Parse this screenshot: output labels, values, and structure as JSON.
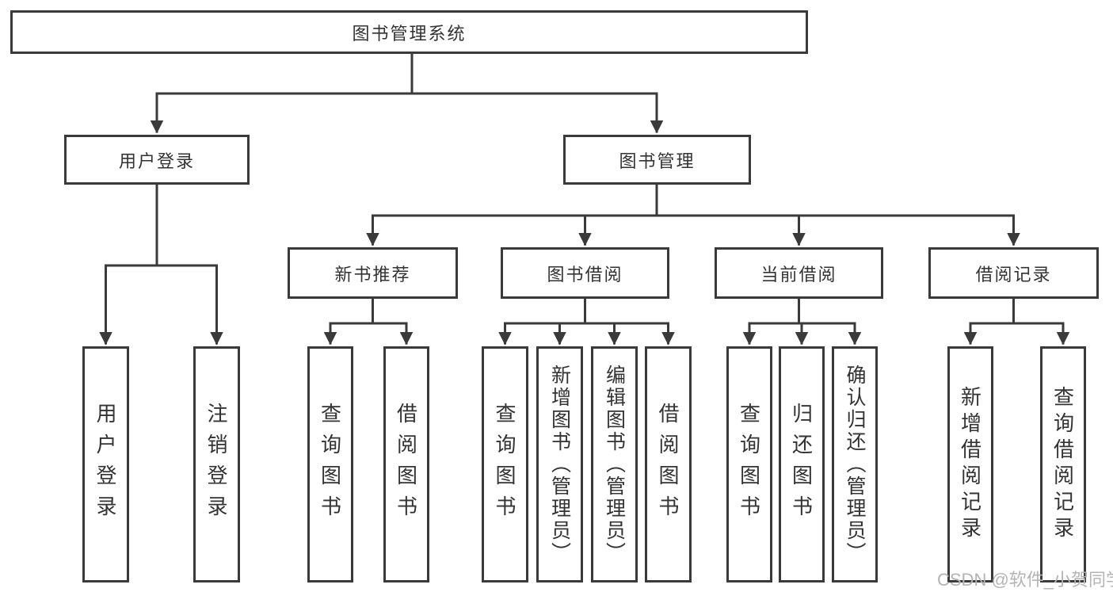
{
  "title": {
    "label": "图书管理系统"
  },
  "modules": {
    "user_login": {
      "label": "用户登录",
      "children": [
        "用户登录",
        "注销登录"
      ]
    },
    "book_mgmt": {
      "label": "图书管理",
      "children": {
        "new_book": {
          "label": "新书推荐",
          "children": [
            "查询图书",
            "借阅图书"
          ]
        },
        "borrow": {
          "label": "图书借阅",
          "children": [
            "查询图书",
            "新增图书（管理员）",
            "编辑图书（管理员）",
            "借阅图书"
          ]
        },
        "current": {
          "label": "当前借阅",
          "children": [
            "查询图书",
            "归还图书",
            "确认归还（管理员）"
          ]
        },
        "records": {
          "label": "借阅记录",
          "children": [
            "新增借阅记录",
            "查询借阅记录"
          ]
        }
      }
    }
  },
  "watermark": {
    "text": "CSDN @软件_小贺同学"
  },
  "colors": {
    "line": "#3a3a3a",
    "text": "#333333",
    "background": "#ffffff",
    "watermark": "#b4b4b4"
  }
}
